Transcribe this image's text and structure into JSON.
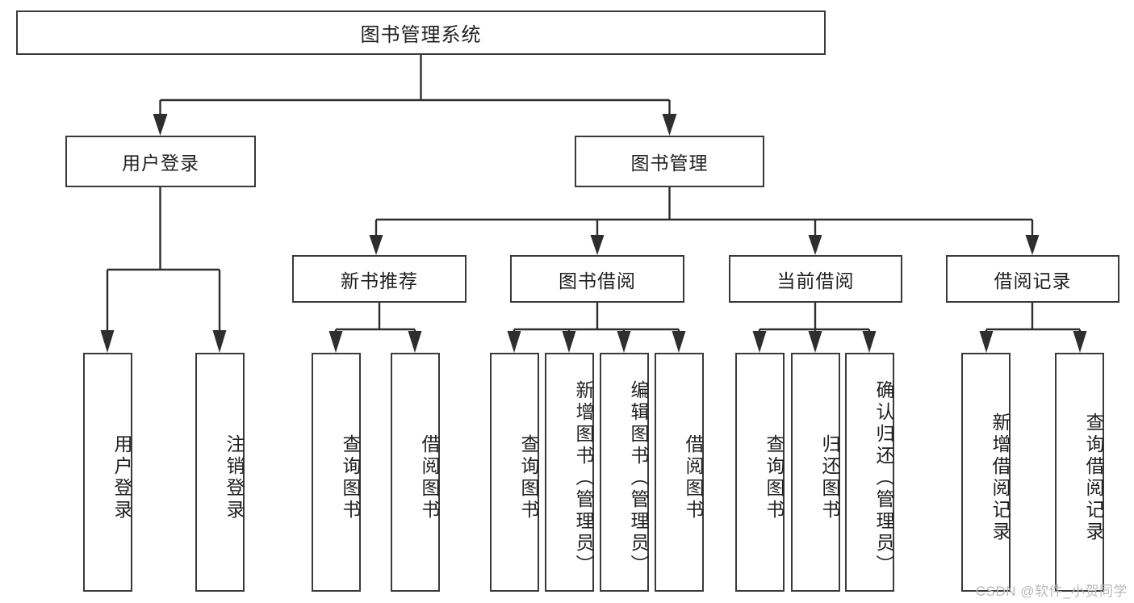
{
  "diagram": {
    "title": "图书管理系统",
    "type": "tree",
    "watermark": "CSDN @软件_小贺同学",
    "colors": {
      "box_border": "#3a3a3a",
      "box_fill": "#ffffff",
      "connector": "#2e2e2e",
      "text": "#1f1f1f",
      "watermark": "#b9b9b9",
      "background": "#ffffff"
    }
  },
  "nodes": {
    "root": {
      "label": "图书管理系统"
    },
    "level2": [
      {
        "id": "user-login",
        "label": "用户登录"
      },
      {
        "id": "book-manage",
        "label": "图书管理"
      }
    ],
    "level3": [
      {
        "id": "new-book-rec",
        "label": "新书推荐"
      },
      {
        "id": "book-borrow",
        "label": "图书借阅"
      },
      {
        "id": "current-borrow",
        "label": "当前借阅"
      },
      {
        "id": "borrow-record",
        "label": "借阅记录"
      }
    ],
    "leaves": [
      {
        "id": "leaf-user-login",
        "label": "用户登录",
        "parent": "user-login"
      },
      {
        "id": "leaf-logout",
        "label": "注销登录",
        "parent": "user-login"
      },
      {
        "id": "leaf-query-book-1",
        "label": "查询图书",
        "parent": "new-book-rec"
      },
      {
        "id": "leaf-borrow-book-1",
        "label": "借阅图书",
        "parent": "new-book-rec"
      },
      {
        "id": "leaf-query-book-2",
        "label": "查询图书",
        "parent": "book-borrow"
      },
      {
        "id": "leaf-add-book",
        "label": "新增图书（管理员）",
        "parent": "book-borrow"
      },
      {
        "id": "leaf-edit-book",
        "label": "编辑图书（管理员）",
        "parent": "book-borrow"
      },
      {
        "id": "leaf-borrow-book-2",
        "label": "借阅图书",
        "parent": "book-borrow"
      },
      {
        "id": "leaf-query-book-3",
        "label": "查询图书",
        "parent": "current-borrow"
      },
      {
        "id": "leaf-return-book",
        "label": "归还图书",
        "parent": "current-borrow"
      },
      {
        "id": "leaf-confirm-return",
        "label": "确认归还（管理员）",
        "parent": "current-borrow"
      },
      {
        "id": "leaf-add-record",
        "label": "新增借阅记录",
        "parent": "borrow-record"
      },
      {
        "id": "leaf-query-record",
        "label": "查询借阅记录",
        "parent": "borrow-record"
      }
    ]
  }
}
